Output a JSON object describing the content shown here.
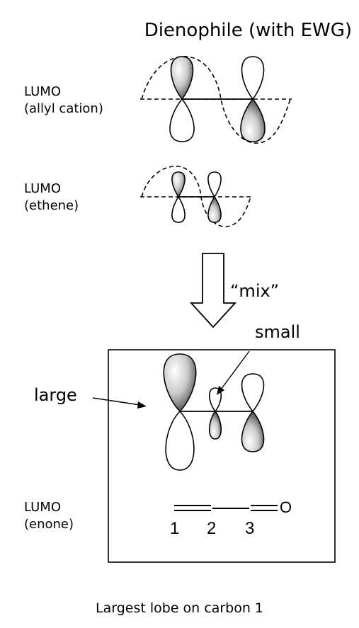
{
  "title": "Dienophile (with EWG)",
  "sections": {
    "allyl": {
      "line1": "LUMO",
      "line2": "(allyl cation)"
    },
    "ethene": {
      "line1": "LUMO",
      "line2": "(ethene)"
    },
    "enone": {
      "line1": "LUMO",
      "line2": "(enone)"
    }
  },
  "arrow_label": "“mix”",
  "annotations": {
    "small": "small",
    "large": "large"
  },
  "atoms": {
    "c1": "1",
    "c2": "2",
    "c3": "3",
    "oxygen": "O"
  },
  "caption": "Largest lobe on carbon 1"
}
